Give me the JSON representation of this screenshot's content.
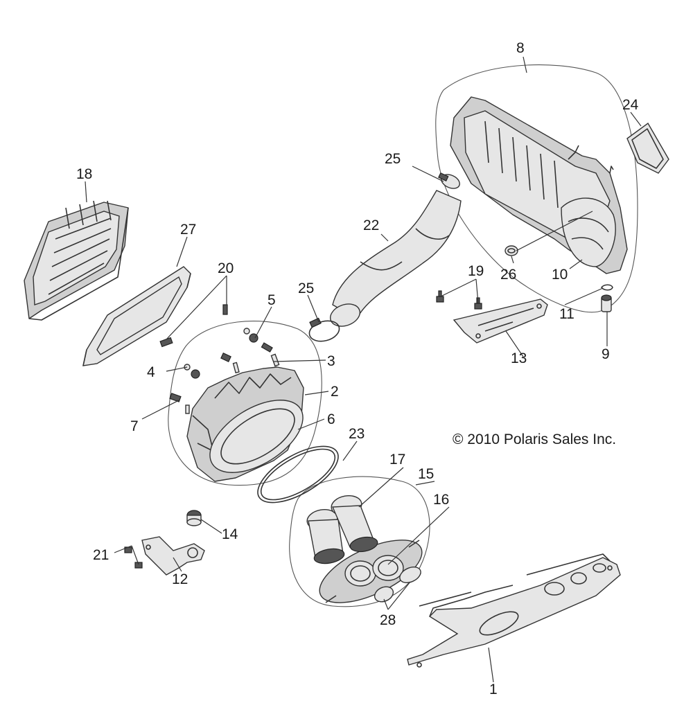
{
  "copyright": "© 2010 Polaris Sales Inc.",
  "callouts": {
    "c1": "1",
    "c2": "2",
    "c3": "3",
    "c4": "4",
    "c5": "5",
    "c6": "6",
    "c7": "7",
    "c8": "8",
    "c9": "9",
    "c10": "10",
    "c11": "11",
    "c12": "12",
    "c13": "13",
    "c14": "14",
    "c15": "15",
    "c16": "16",
    "c17": "17",
    "c18": "18",
    "c19": "19",
    "c20": "20",
    "c21": "21",
    "c22": "22",
    "c23": "23",
    "c24": "24",
    "c25a": "25",
    "c25b": "25",
    "c26": "26",
    "c27": "27",
    "c28": "28"
  }
}
